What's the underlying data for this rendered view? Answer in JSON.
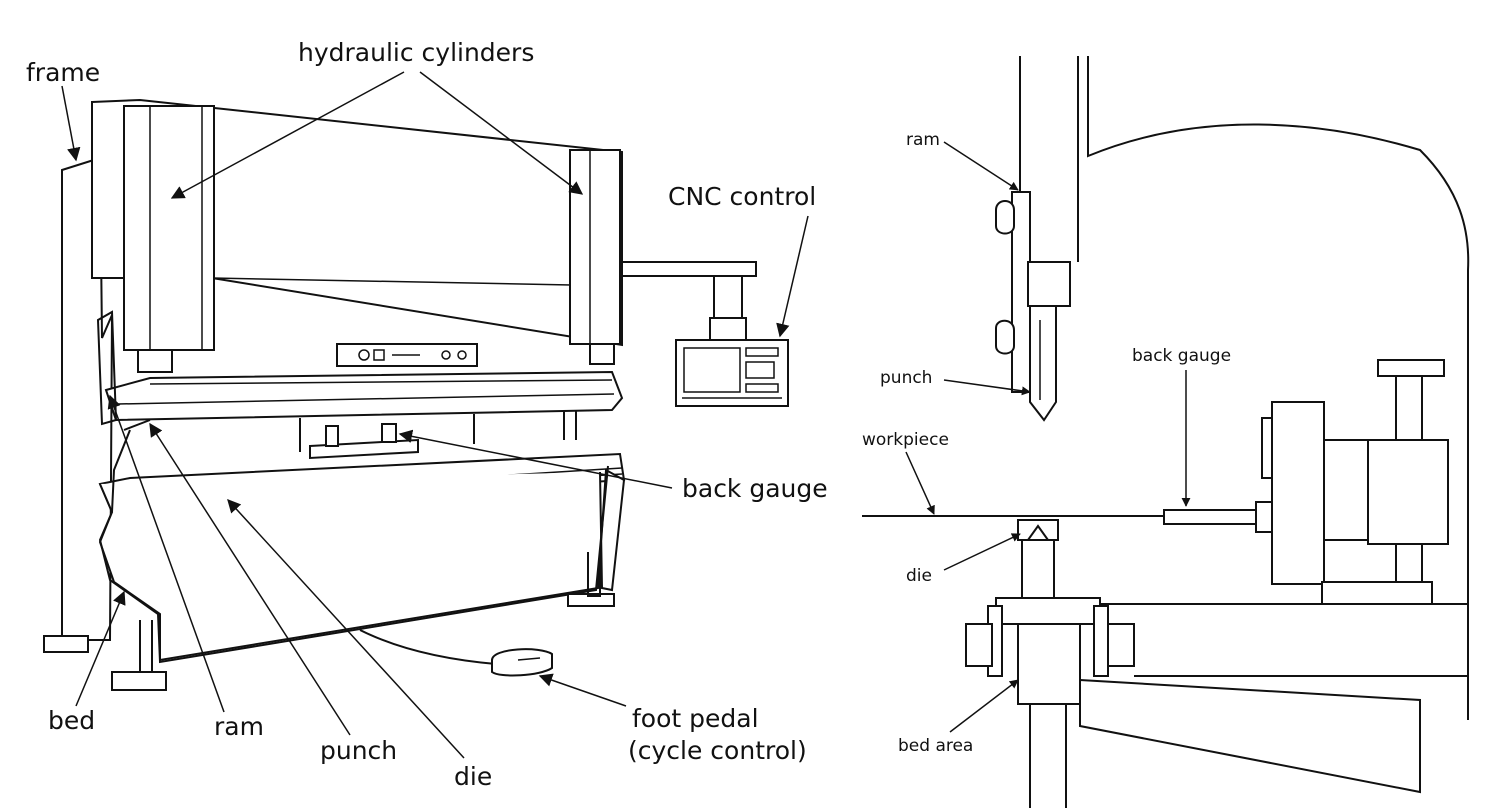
{
  "machine_labels": {
    "frame": "frame",
    "hydraulic_cylinders": "hydraulic cylinders",
    "cnc_control": "CNC control",
    "back_gauge": "back gauge",
    "bed": "bed",
    "ram": "ram",
    "punch": "punch",
    "die": "die",
    "foot_pedal_line1": "foot pedal",
    "foot_pedal_line2": "(cycle control)"
  },
  "detail_labels": {
    "ram": "ram",
    "punch": "punch",
    "back_gauge": "back gauge",
    "workpiece": "workpiece",
    "die": "die",
    "bed_area": "bed area"
  },
  "colors": {
    "ink": "#111111",
    "background": "#ffffff"
  }
}
